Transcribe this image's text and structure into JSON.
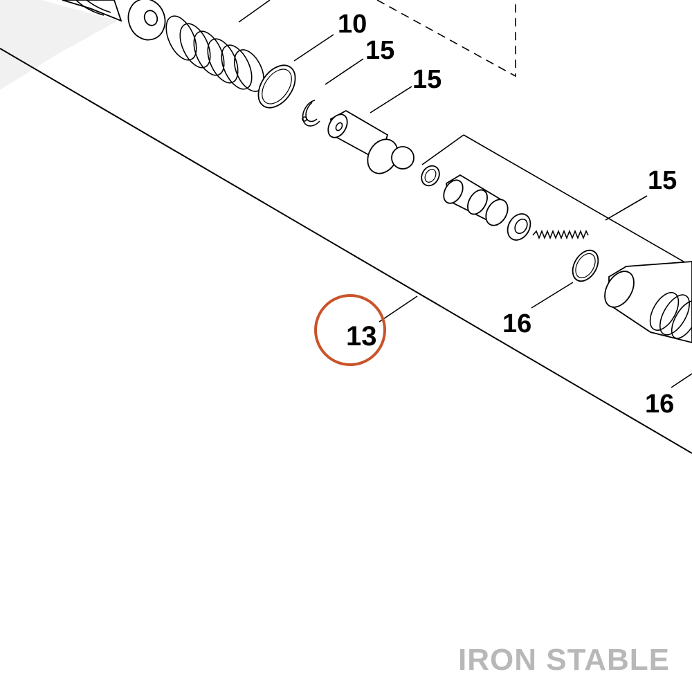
{
  "callouts": {
    "c10": "10",
    "c15a": "15",
    "c15b": "15",
    "c15c": "15",
    "c16a": "16",
    "c16b": "16",
    "c13": "13"
  },
  "highlight_color": "#c9532a",
  "watermark": "IRON STABLE"
}
